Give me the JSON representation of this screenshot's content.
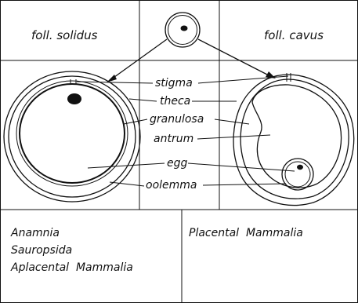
{
  "headers": {
    "left": "foll. solidus",
    "right": "foll. cavus"
  },
  "center_labels": {
    "stigma": "stigma",
    "theca": "theca",
    "granulosa": "granulosa",
    "antrum": "antrum",
    "egg": "egg",
    "oolemma": "oolemma"
  },
  "bottom": {
    "left_line1": "Anamnia",
    "left_line2": "Sauropsida",
    "left_line3": "Aplacental  Mammalia",
    "right_line1": "Placental  Mammalia"
  }
}
